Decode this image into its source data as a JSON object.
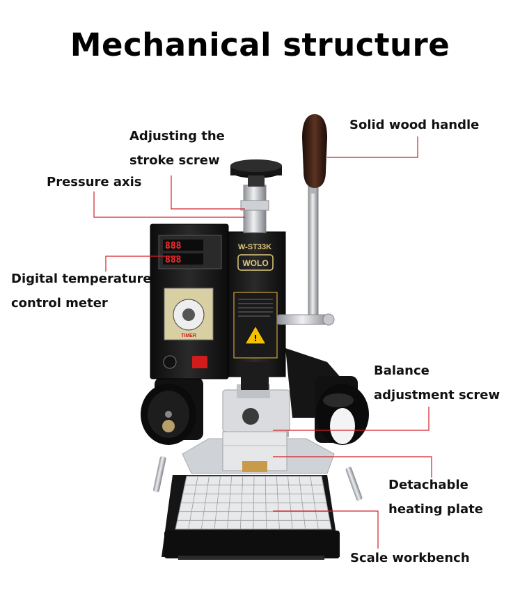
{
  "title": "Mechanical structure",
  "machine": {
    "model": "W-ST33K",
    "brand": "WOLO",
    "timer_brand": "TIMER"
  },
  "labels": {
    "stroke_screw": [
      "Adjusting the",
      "stroke screw"
    ],
    "pressure_axis": "Pressure axis",
    "digital_meter": [
      "Digital temperature",
      "control meter"
    ],
    "wood_handle": "Solid wood handle",
    "balance_screw": [
      "Balance",
      "adjustment screw"
    ],
    "heating_plate": [
      "Detachable",
      "heating plate"
    ],
    "workbench": "Scale workbench"
  },
  "colors": {
    "leader_line": "#d0202a",
    "machine_body": "#1a1a1a",
    "metal": "#c4c7cc",
    "warning_yellow": "#f2c200"
  }
}
